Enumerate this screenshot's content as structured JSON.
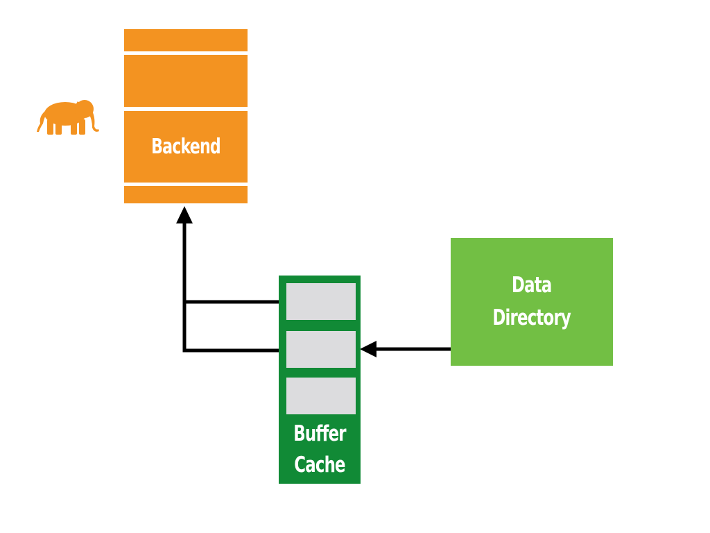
{
  "diagram": {
    "nodes": {
      "backend": {
        "label": "Backend",
        "color": "#f39321"
      },
      "data_directory": {
        "label_line1": "Data",
        "label_line2": "Directory",
        "color": "#72bf44"
      },
      "buffer_cache": {
        "label_line1": "Buffer",
        "label_line2": "Cache",
        "color": "#118a36",
        "slot_color": "#dcdcde"
      }
    },
    "edges": [
      {
        "from": "data_directory",
        "to": "buffer_cache"
      },
      {
        "from": "buffer_cache",
        "to": "backend"
      }
    ],
    "icon": {
      "name": "elephant-icon",
      "color": "#f39321"
    }
  }
}
